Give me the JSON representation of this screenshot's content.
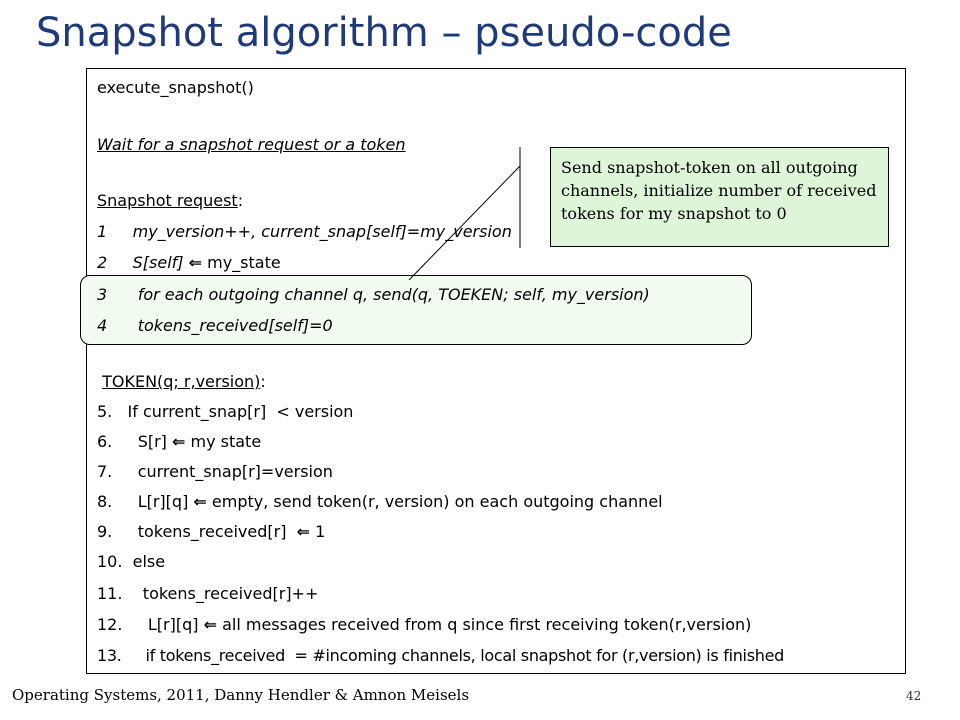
{
  "slide": {
    "title": "Snapshot algorithm – pseudo-code",
    "footer": "Operating Systems, 2011, Danny Hendler & Amnon Meisels",
    "page_number": "42"
  },
  "code": {
    "l_exec": "execute_snapshot()",
    "l_wait": "Wait for a snapshot request or a token",
    "l_req_label": "Snapshot request",
    "l_req_colon": ":",
    "l1": "1     my_version++, current_snap[self]=my_version",
    "l2_num": "2",
    "l2_var": "     S[self] ",
    "l2_rest": " my_state",
    "l3": "3      for each outgoing channel q, send(q, TOEKEN; self, my_version)",
    "l4": "4      tokens_received[self]=0",
    "l_token_pre": " ",
    "l_token_label": "TOKEN(q; r,version)",
    "l_token_colon": ":",
    "l5": "5.   If current_snap[r]  < version",
    "l6_pre": "6.     S[r] ",
    "l6_rest": " my state",
    "l7": "7.     current_snap[r]=version",
    "l8_pre": "8.     L[r][q] ",
    "l8_rest": " empty, send token(r, version) on each outgoing channel",
    "l9_pre": "9.     tokens_received[r]  ",
    "l9_rest": " 1",
    "l10": "10.  else",
    "l11": "11.    tokens_received[r]++",
    "l12_pre": "12.     L[r][q] ",
    "l12_rest": " all messages received from q since first receiving token(r,version)",
    "l13": "13.     if tokens_received  = #incoming channels, local snapshot for (r,version) is finished"
  },
  "callout": {
    "text": "Send snapshot-token on all outgoing channels, initialize number of received tokens for my snapshot to 0"
  },
  "icons": {
    "arrow_left": "⇐"
  },
  "colors": {
    "title": "#1f3a7a",
    "callout_bg": "#dff5d8",
    "highlight_bg": "#f1fbf0"
  }
}
